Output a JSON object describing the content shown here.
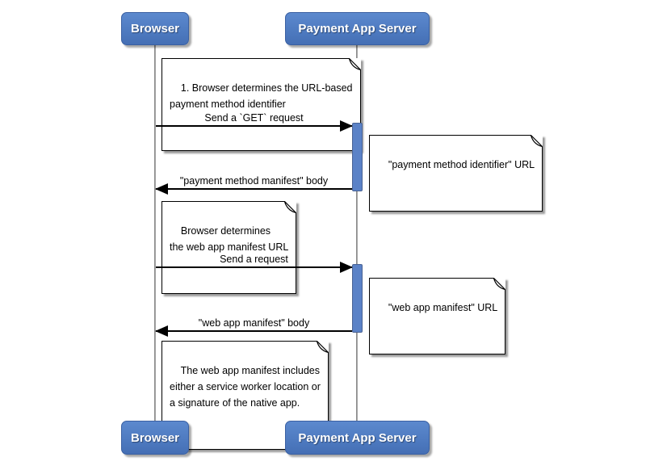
{
  "diagram": {
    "type": "sequence",
    "actors": [
      {
        "id": "browser",
        "label": "Browser"
      },
      {
        "id": "payment-app-server",
        "label": "Payment App Server"
      }
    ],
    "messages": [
      {
        "id": "msg-1",
        "label": "Send a `GET` request",
        "from": "browser",
        "to": "payment-app-server",
        "direction": "right",
        "style": "solid"
      },
      {
        "id": "msg-2",
        "label": "\"payment method manifest\" body",
        "from": "payment-app-server",
        "to": "browser",
        "direction": "left",
        "style": "solid"
      },
      {
        "id": "msg-3",
        "label": "Send a request",
        "from": "browser",
        "to": "payment-app-server",
        "direction": "right",
        "style": "solid"
      },
      {
        "id": "msg-4",
        "label": "\"web app manifest\" body",
        "from": "payment-app-server",
        "to": "browser",
        "direction": "left",
        "style": "solid"
      }
    ],
    "notes": [
      {
        "id": "note-1",
        "attached_to": "browser",
        "text": "1. Browser determines the URL-based\npayment method identifier"
      },
      {
        "id": "note-2",
        "attached_to": "payment-app-server",
        "text": "\"payment method identifier\" URL"
      },
      {
        "id": "note-3",
        "attached_to": "browser",
        "text": "Browser determines\nthe web app manifest URL"
      },
      {
        "id": "note-4",
        "attached_to": "payment-app-server",
        "text": "\"web app manifest\" URL"
      },
      {
        "id": "note-5",
        "attached_to": "browser",
        "text": "The web app manifest includes\neither a service worker location or\na signature of the native app."
      }
    ],
    "colors": {
      "actor_fill": "#4b77bd",
      "actor_border": "#3a60a2",
      "actor_text": "#ffffff",
      "activation_fill": "#5b82c7",
      "activation_border": "#4a6394",
      "lifeline": "#8f8f8f",
      "message_line": "#000000",
      "note_fill": "#ffffff",
      "note_border": "#000000",
      "background": "#ffffff"
    }
  }
}
